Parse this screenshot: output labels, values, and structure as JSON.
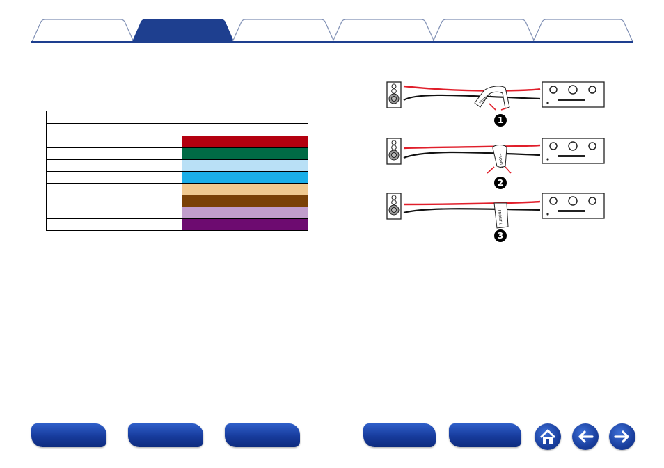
{
  "tabs": [
    {
      "label": ""
    },
    {
      "label": ""
    },
    {
      "label": ""
    },
    {
      "label": ""
    },
    {
      "label": ""
    },
    {
      "label": ""
    }
  ],
  "table": {
    "headers": [
      "",
      ""
    ],
    "rows": [
      {
        "name": "",
        "color": "#ffffff"
      },
      {
        "name": "",
        "color": "#b4000f"
      },
      {
        "name": "",
        "color": "#006b45"
      },
      {
        "name": "",
        "color": "#b9e0f6"
      },
      {
        "name": "",
        "color": "#1aaee8"
      },
      {
        "name": "",
        "color": "#f0c98f"
      },
      {
        "name": "",
        "color": "#7a4106"
      },
      {
        "name": "",
        "color": "#c19dcc"
      },
      {
        "name": "",
        "color": "#6d0b70"
      }
    ]
  },
  "steps": [
    {
      "number": "1",
      "tag": "FRONT L"
    },
    {
      "number": "2",
      "tag": "FRONT L"
    },
    {
      "number": "3",
      "tag": "FRONT L"
    }
  ],
  "bottom_nav": {
    "buttons": [
      {
        "label": "",
        "icon": "nav-button"
      },
      {
        "label": "",
        "icon": "nav-button"
      },
      {
        "label": "",
        "icon": "nav-button"
      },
      {
        "label": "",
        "icon": "nav-button"
      },
      {
        "label": "",
        "icon": "nav-button"
      }
    ],
    "home_icon": "home-icon",
    "back_icon": "arrow-left-icon",
    "forward_icon": "arrow-right-icon"
  },
  "colors": {
    "accent": "#1e3f8f",
    "cable_red": "#e01e2a",
    "cable_black": "#111111"
  }
}
